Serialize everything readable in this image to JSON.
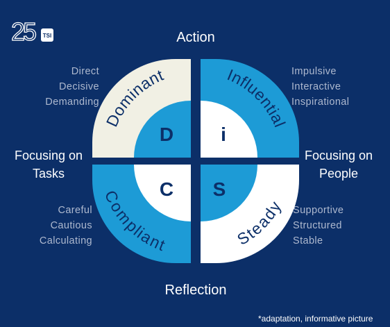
{
  "logo": {
    "number": "25",
    "badge": "TSI"
  },
  "axes": {
    "top": "Action",
    "bottom": "Reflection",
    "left": [
      "Focusing on",
      "Tasks"
    ],
    "right": [
      "Focusing on",
      "People"
    ]
  },
  "quadrants": [
    {
      "id": "dominant",
      "letter": "D",
      "name": "Dominant",
      "traits": [
        "Direct",
        "Decisive",
        "Demanding"
      ],
      "outer_color": "#f1f0e4",
      "inner_color": "#1d9bd6"
    },
    {
      "id": "influential",
      "letter": "i",
      "name": "Influential",
      "traits": [
        "Impulsive",
        "Interactive",
        "Inspirational"
      ],
      "outer_color": "#1d9bd6",
      "inner_color": "#ffffff"
    },
    {
      "id": "compliant",
      "letter": "C",
      "name": "Compliant",
      "traits": [
        "Careful",
        "Cautious",
        "Calculating"
      ],
      "outer_color": "#1d9bd6",
      "inner_color": "#ffffff"
    },
    {
      "id": "steady",
      "letter": "S",
      "name": "Steady",
      "traits": [
        "Supportive",
        "Structured",
        "Stable"
      ],
      "outer_color": "#ffffff",
      "inner_color": "#1d9bd6"
    }
  ],
  "colors": {
    "background": "#0c2f68",
    "ink": "#0c2f68",
    "accent": "#1d9bd6"
  },
  "footnote": "*adaptation, informative picture"
}
